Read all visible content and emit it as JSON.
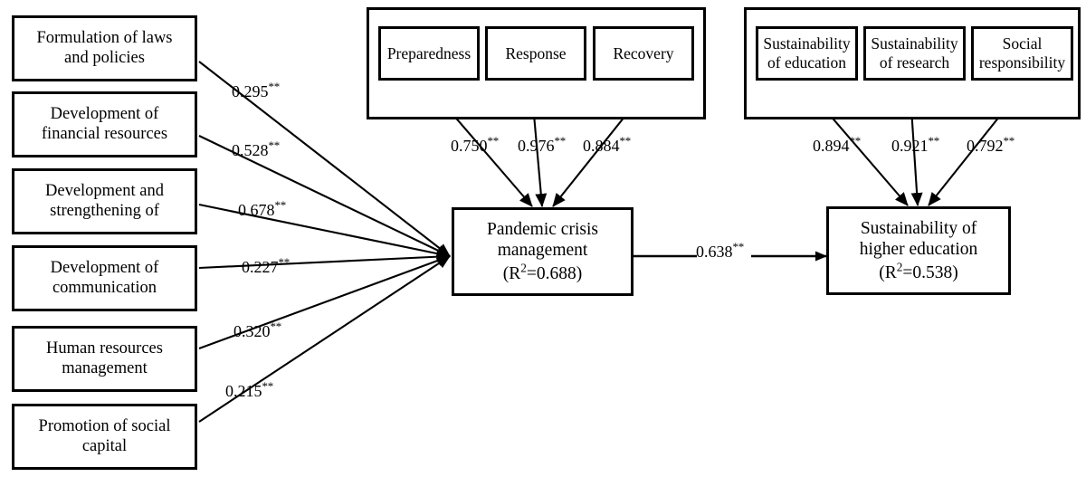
{
  "diagram": {
    "title": "Structural equation model of pandemic crisis management and sustainability of higher education",
    "type": "path-diagram",
    "significance_marker": "**"
  },
  "exogenous_constructs": [
    {
      "id": "laws",
      "label": "Formulation of laws and policies",
      "line1": "Formulation of laws",
      "line2": "and policies"
    },
    {
      "id": "finance",
      "label": "Development of financial resources",
      "line1": "Development of",
      "line2": "financial resources"
    },
    {
      "id": "strengthening",
      "label": "Development and strengthening of",
      "line1": "Development and",
      "line2": "strengthening of"
    },
    {
      "id": "communication",
      "label": "Development of communication",
      "line1": "Development of",
      "line2": "communication"
    },
    {
      "id": "hr",
      "label": "Human resources management",
      "line1": "Human resources",
      "line2": "management"
    },
    {
      "id": "social",
      "label": "Promotion of social capital",
      "line1": "Promotion of social",
      "line2": "capital"
    }
  ],
  "exogenous_paths": [
    {
      "from": "laws",
      "to": "pcm",
      "coefficient": "0.295",
      "sig": "**"
    },
    {
      "from": "finance",
      "to": "pcm",
      "coefficient": "0.528",
      "sig": "**"
    },
    {
      "from": "strengthening",
      "to": "pcm",
      "coefficient": "0.678",
      "sig": "**"
    },
    {
      "from": "communication",
      "to": "pcm",
      "coefficient": "0.227",
      "sig": "**"
    },
    {
      "from": "hr",
      "to": "pcm",
      "coefficient": "0.320",
      "sig": "**"
    },
    {
      "from": "social",
      "to": "pcm",
      "coefficient": "0.215",
      "sig": "**"
    }
  ],
  "pcm_indicator_group": {
    "indicators": [
      {
        "id": "preparedness",
        "label": "Preparedness"
      },
      {
        "id": "response",
        "label": "Response"
      },
      {
        "id": "recovery",
        "label": "Recovery"
      }
    ],
    "loadings": [
      {
        "from": "preparedness",
        "coefficient": "0.750",
        "sig": "**"
      },
      {
        "from": "response",
        "coefficient": "0.976",
        "sig": "**"
      },
      {
        "from": "recovery",
        "coefficient": "0.884",
        "sig": "**"
      }
    ]
  },
  "she_indicator_group": {
    "indicators": [
      {
        "id": "sus-education",
        "label": "Sustainability of education",
        "line1": "Sustainability",
        "line2": "of education"
      },
      {
        "id": "sus-research",
        "label": "Sustainability of research",
        "line1": "Sustainability",
        "line2": "of research"
      },
      {
        "id": "social-resp",
        "label": "Social responsibility",
        "line1": "Social",
        "line2": "responsibility"
      }
    ],
    "loadings": [
      {
        "from": "sus-education",
        "coefficient": "0.894",
        "sig": "**"
      },
      {
        "from": "sus-research",
        "coefficient": "0.921",
        "sig": "**"
      },
      {
        "from": "social-resp",
        "coefficient": "0.792",
        "sig": "**"
      }
    ]
  },
  "endogenous_constructs": [
    {
      "id": "pcm",
      "line1": "Pandemic crisis",
      "line2": "management",
      "r2_prefix": "(R",
      "r2_exp": "2",
      "r2_suffix": "=0.688)",
      "r2_value": "0.688"
    },
    {
      "id": "she",
      "line1": "Sustainability of",
      "line2": "higher education",
      "r2_prefix": "(R",
      "r2_exp": "2",
      "r2_suffix": "=0.538)",
      "r2_value": "0.538"
    }
  ],
  "structural_path": {
    "from": "pcm",
    "to": "she",
    "coefficient": "0.638",
    "sig": "**"
  },
  "colors": {
    "stroke": "#000000",
    "fill": "#ffffff",
    "text": "#000000"
  }
}
